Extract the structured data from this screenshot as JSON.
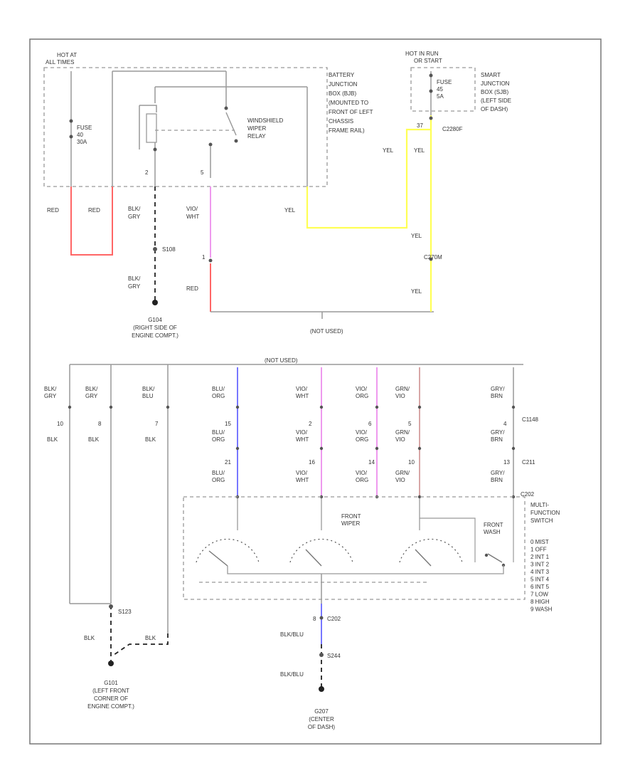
{
  "diagram_title": "",
  "colors": {
    "red": "#ff6666",
    "yellow": "#ffff55",
    "violet": "#ee99ee",
    "blue": "#7777ff",
    "ground": "#222222",
    "line": "#999999"
  },
  "upper": {
    "hot_at_all_times": [
      "HOT AT",
      "ALL TIMES"
    ],
    "fuse40": [
      "FUSE",
      "40",
      "30A"
    ],
    "bjb_note": [
      "BATTERY",
      "JUNCTION",
      "BOX (BJB)",
      "(MOUNTED TO",
      "FRONT OF LEFT",
      "CHASSIS",
      "FRAME RAIL)"
    ],
    "relay_label": [
      "WINDSHIELD",
      "WIPER",
      "RELAY"
    ],
    "hot_in_run": [
      "HOT IN RUN",
      "OR START"
    ],
    "fuse45": [
      "FUSE",
      "45",
      "5A"
    ],
    "sjb_note": [
      "SMART",
      "JUNCTION",
      "BOX (SJB)",
      "(LEFT SIDE",
      "OF DASH)"
    ],
    "c2280f": "C2280F",
    "pin37": "37",
    "pin_h5": "5",
    "pin_b": "2",
    "pin_c": "1",
    "wire_red1": "RED",
    "wire_red2": "RED",
    "wire_blkgry": [
      "BLK/",
      "GRY"
    ],
    "wire_viowht": [
      "VIO/",
      "WHT"
    ],
    "wire_yel1": "YEL",
    "wire_yel2": "YEL",
    "wire_yel3": "YEL",
    "wire_yel4": "YEL",
    "wire_yel5": "YEL",
    "s108": "S108",
    "wire_blkgry2": [
      "BLK/",
      "GRY"
    ],
    "g104": [
      "G104",
      "(RIGHT SIDE OF",
      "ENGINE COMPT.)"
    ],
    "wire_red3": "RED",
    "c270m": "C270M",
    "not_used1": "(NOT USED)"
  },
  "lower": {
    "not_used2": "(NOT USED)",
    "wires_top": [
      [
        "BLK/",
        "GRY"
      ],
      [
        "BLK/",
        "GRY"
      ],
      [
        "BLK/",
        "BLU"
      ],
      [
        "BLU/",
        "ORG"
      ],
      [
        "VIO/",
        "WHT"
      ],
      [
        "VIO/",
        "ORG"
      ],
      [
        "GRN/",
        "VIO"
      ],
      [
        "GRY/",
        "BRN"
      ]
    ],
    "pins_c1": [
      "10",
      "8",
      "7",
      "15",
      "2",
      "6",
      "5",
      "4"
    ],
    "wires_mid": [
      "BLK",
      "BLK",
      "BLK"
    ],
    "wires_mid2": [
      [
        "BLU/",
        "ORG"
      ],
      [
        "VIO/",
        "WHT"
      ],
      [
        "VIO/",
        "ORG"
      ],
      [
        "GRN/",
        "VIO"
      ],
      [
        "GRY/",
        "BRN"
      ]
    ],
    "pins_c2": [
      "21",
      "16",
      "14",
      "10",
      "13"
    ],
    "wires_bot": [
      [
        "BLU/",
        "ORG"
      ],
      [
        "VIO/",
        "WHT"
      ],
      [
        "VIO/",
        "ORG"
      ],
      [
        "GRN/",
        "VIO"
      ],
      [
        "GRY/",
        "BRN"
      ]
    ],
    "c1148": "C1148",
    "c211": "C211",
    "c202": "C202",
    "mfs_label": [
      "MULTI-",
      "FUNCTION",
      "SWITCH"
    ],
    "front_wiper": [
      "FRONT",
      "WIPER"
    ],
    "front_wash": [
      "FRONT",
      "WASH"
    ],
    "positions": [
      "0 MIST",
      "1 OFF",
      "2 INT 1",
      "3 INT 2",
      "4 INT 3",
      "5 INT 4",
      "6 INT 5",
      "7 LOW",
      "8 HIGH",
      "9 WASH"
    ],
    "s123": "S123",
    "wire_blk_a": "BLK",
    "wire_blk_b": "BLK",
    "g101": [
      "G101",
      "(LEFT FRONT",
      "CORNER OF",
      "ENGINE COMPT.)"
    ],
    "pin_c202": "8",
    "c202_label": "C202",
    "wire_blkblu1": "BLK/BLU",
    "s244": "S244",
    "wire_blkblu2": "BLK/BLU",
    "g207": [
      "G207",
      "(CENTER",
      "OF DASH)"
    ]
  },
  "footer_id": ""
}
